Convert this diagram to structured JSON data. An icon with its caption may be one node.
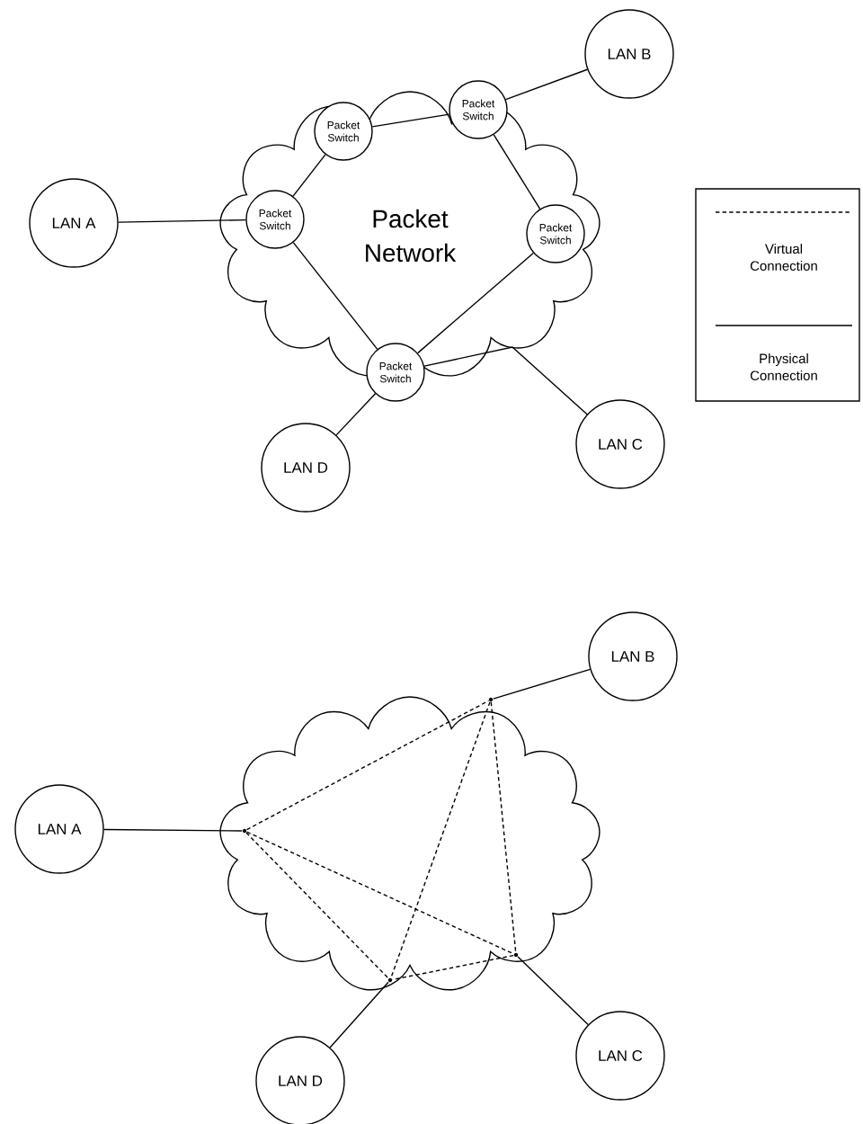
{
  "diagram": {
    "nodes": [
      {
        "text": [
          "Packet Network"
        ]
      },
      {
        "text": [
          "LAN A"
        ]
      },
      {
        "text": [
          "Packet Switch"
        ],
        "in": 0
      },
      {
        "text": [
          "Packet Switch"
        ],
        "in": 0
      },
      {
        "text": [
          "LAN B"
        ]
      },
      {
        "text": [
          "Packet Switch"
        ],
        "in": 0
      },
      {
        "text": [
          "Packet Switch"
        ],
        "in": 0
      },
      {
        "text": [
          "Packet Switch"
        ],
        "in": 0
      },
      {
        "text": [
          "LAN D"
        ]
      },
      {
        "text": [
          "LAN C"
        ]
      },
      {
        "text": [],
        "shape": "cloud"
      },
      {
        "text": [
          "LAN A"
        ]
      },
      {
        "text": [
          "LAN B"
        ]
      },
      {
        "text": [
          "LAN C"
        ]
      },
      {
        "text": [
          "LAN D"
        ]
      },
      {
        "text": [],
        "shape": "dot",
        "in": 10
      },
      {
        "text": [],
        "shape": "dot",
        "in": 10
      },
      {
        "text": [],
        "shape": "dot",
        "in": 10
      },
      {
        "text": [],
        "shape": "dot",
        "in": 10
      }
    ],
    "edges": [
      {
        "from": 1,
        "to": 5,
        "arrow": "none"
      },
      {
        "from": 5,
        "to": 2,
        "arrow": "none"
      },
      {
        "from": 2,
        "to": 3,
        "arrow": "none"
      },
      {
        "from": 3,
        "to": 4,
        "arrow": "none"
      },
      {
        "from": 3,
        "to": 6,
        "arrow": "none"
      },
      {
        "from": 6,
        "to": 7,
        "arrow": "none"
      },
      {
        "from": 5,
        "to": 7,
        "arrow": "none"
      },
      {
        "from": 7,
        "to": 8,
        "arrow": "none"
      },
      {
        "from": 7,
        "to": 9,
        "arrow": "none"
      },
      {
        "from": 11,
        "to": 15,
        "arrow": "none"
      },
      {
        "from": 16,
        "to": 12,
        "arrow": "none"
      },
      {
        "from": 17,
        "to": 13,
        "arrow": "none"
      },
      {
        "from": 18,
        "to": 14,
        "arrow": "none"
      },
      {
        "from": 15,
        "to": 16,
        "arrow": "none",
        "style": "dashed"
      },
      {
        "from": 15,
        "to": 17,
        "arrow": "none",
        "style": "dashed"
      },
      {
        "from": 15,
        "to": 18,
        "arrow": "none",
        "style": "dashed"
      },
      {
        "from": 16,
        "to": 17,
        "arrow": "none",
        "style": "dashed"
      },
      {
        "from": 16,
        "to": 18,
        "arrow": "none",
        "style": "dashed"
      },
      {
        "from": 17,
        "to": 18,
        "arrow": "none",
        "style": "dashed"
      }
    ],
    "legend": [
      {
        "text": "Virtual Connection"
      },
      {
        "text": "Physical Connection"
      }
    ]
  }
}
